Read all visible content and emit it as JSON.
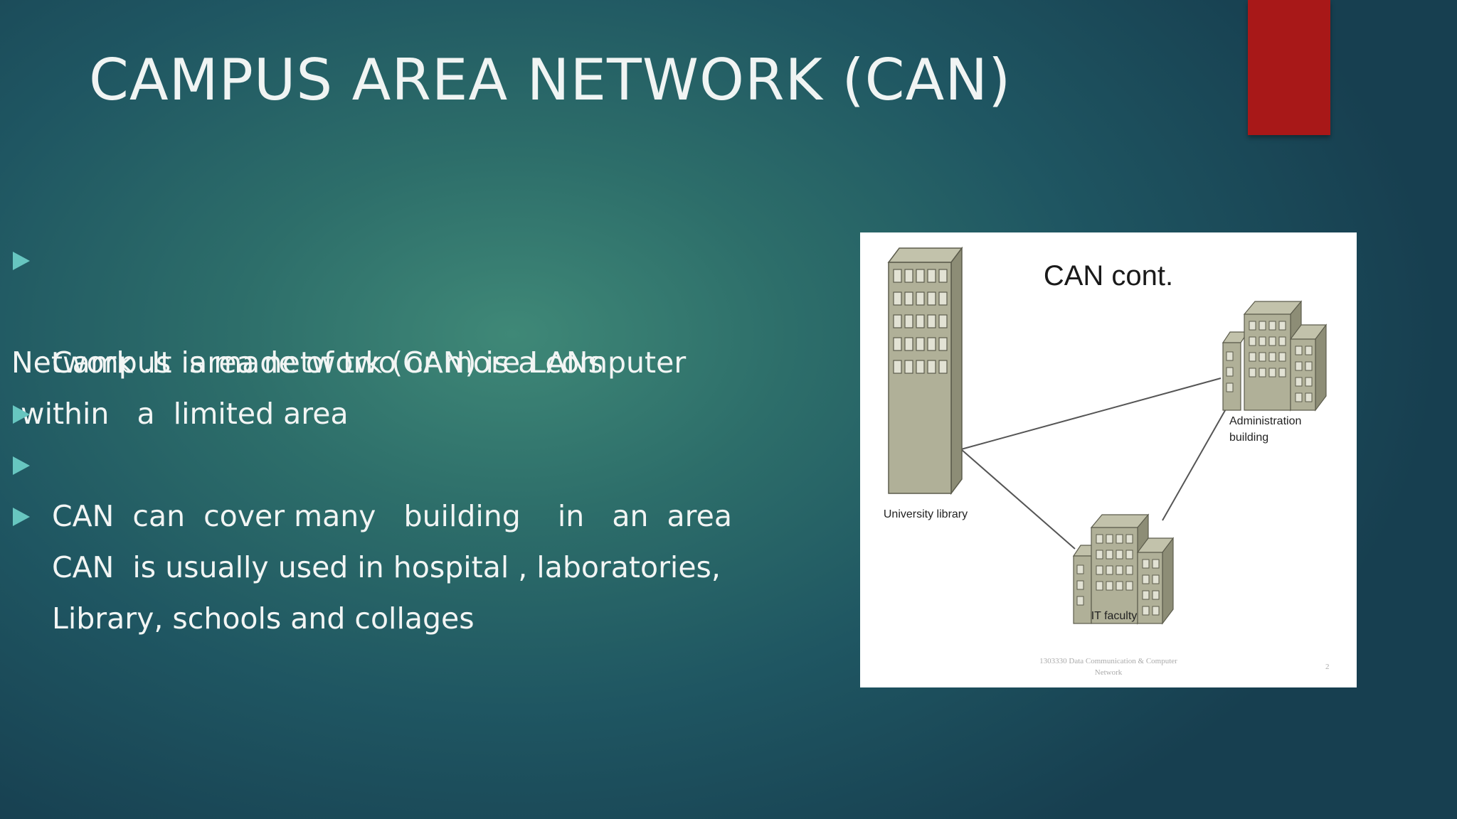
{
  "slide": {
    "title": "CAMPUS AREA NETWORK (CAN)",
    "accent_color": "#a81818",
    "bullet_color": "#67c6c0",
    "lines": [
      {
        "bullet": true,
        "text": "Campus  area network (CAN) is a computer"
      },
      {
        "bullet": false,
        "text": "Network .It is made of two or more LANs"
      },
      {
        "bullet": false,
        "text": " within   a  limited area"
      },
      {
        "bullet": true,
        "text": "CAN  can  cover many   building    in   an  area"
      },
      {
        "bullet": true,
        "text": "CAN  is usually used in hospital , laboratories,"
      },
      {
        "bullet": true,
        "text": "Library, schools and collages"
      }
    ]
  },
  "figure": {
    "heading": "CAN cont.",
    "nodes": {
      "library": "University library",
      "admin_line1": "Administration",
      "admin_line2": "building",
      "it": "IT faculty"
    },
    "footer_line1": "1303330 Data Communication & Computer",
    "footer_line2": "Network",
    "page_number": "2"
  }
}
